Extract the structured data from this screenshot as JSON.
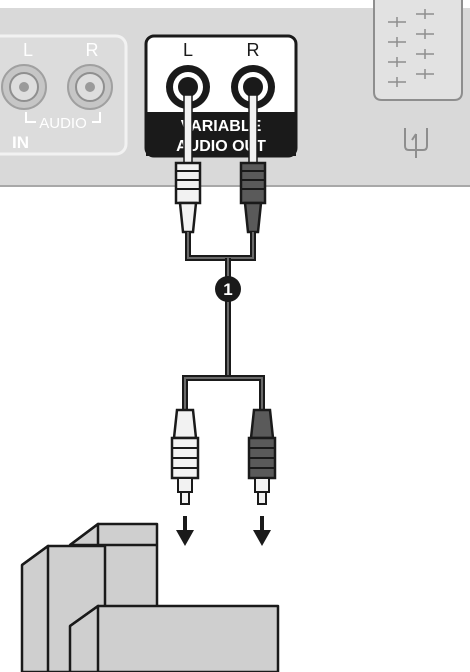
{
  "panel": {
    "input_group": {
      "left_label": "L",
      "right_label": "R",
      "audio_label": "AUDIO",
      "in_label": "IN"
    },
    "variable_out": {
      "left_label": "L",
      "right_label": "R",
      "line1": "VARIABLE",
      "line2": "AUDIO OUT"
    }
  },
  "callout": {
    "number": "1"
  },
  "colors": {
    "panel": "#d9d9d9",
    "panel_edge": "#bdbdbd",
    "dark": "#1a1a1a",
    "plug_white": "#f2f2f2",
    "plug_red_shown_as": "#5a5a5a",
    "device": "#cfcfcf"
  },
  "icons": [
    "scart-port-icon",
    "antenna-port-icon",
    "arrow-down-icon"
  ]
}
